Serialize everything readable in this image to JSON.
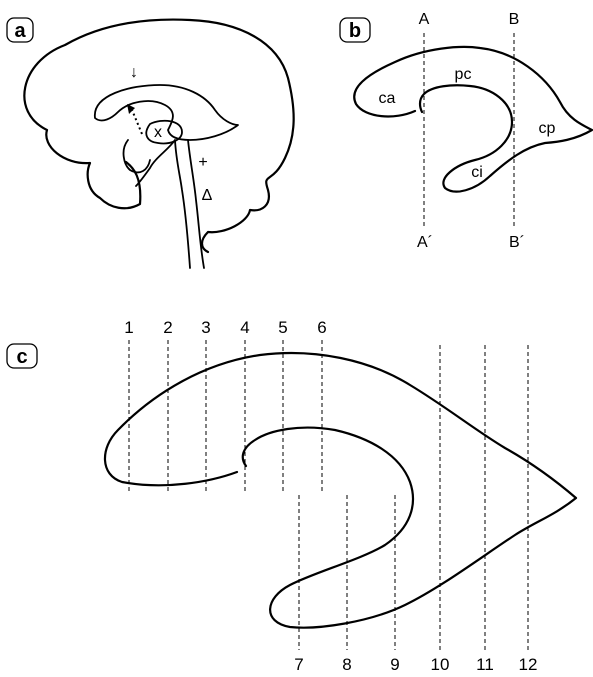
{
  "panels": {
    "a": {
      "tag": "a",
      "markers": {
        "arrow": "↓",
        "x": "x",
        "plus": "+",
        "delta": "Δ"
      }
    },
    "b": {
      "tag": "b",
      "labels": {
        "ca": "ca",
        "pc": "pc",
        "cp": "cp",
        "ci": "ci"
      },
      "sections": {
        "A": "A",
        "A_prime": "A´",
        "B": "B",
        "B_prime": "B´"
      }
    },
    "c": {
      "tag": "c",
      "top_numbers": [
        "1",
        "2",
        "3",
        "4",
        "5",
        "6"
      ],
      "bottom_numbers": [
        "7",
        "8",
        "9",
        "10",
        "11",
        "12"
      ]
    }
  },
  "colors": {
    "ink": "#000000",
    "background": "#ffffff"
  }
}
